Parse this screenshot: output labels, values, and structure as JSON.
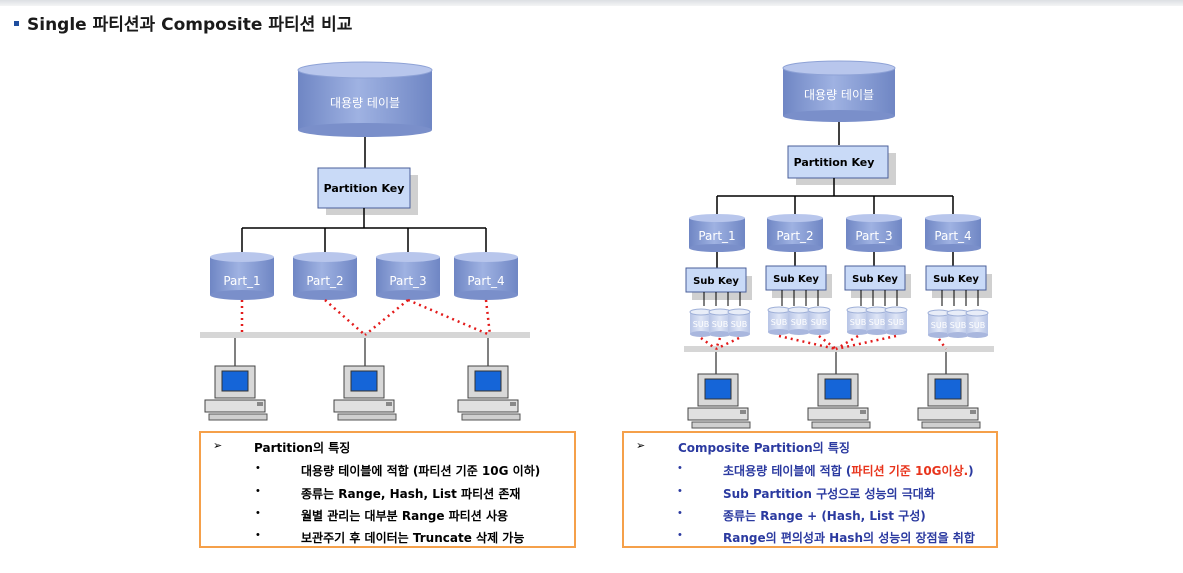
{
  "title": "Single 파티션과 Composite 파티션 비교",
  "left": {
    "table_label": "대용량 테이블",
    "key_label": "Partition Key",
    "parts": [
      "Part_1",
      "Part_2",
      "Part_3",
      "Part_4"
    ],
    "info": {
      "heading": "Partition의 특징",
      "items": [
        "대용량 테이블에 적합 (파티션 기준 10G 이하)",
        "종류는 Range, Hash, List 파티션 존재",
        "월별 관리는 대부분 Range 파티션 사용",
        "보관주기 후 데이터는 Truncate 삭제 가능"
      ]
    }
  },
  "right": {
    "table_label": "대용량 테이블",
    "key_label": "Partition Key",
    "parts": [
      "Part_1",
      "Part_2",
      "Part_3",
      "Part_4"
    ],
    "sub_key_label": "Sub Key",
    "sub_label": "SUB",
    "info": {
      "heading": "Composite Partition의 특징",
      "item1_prefix": "초대용량 테이블에 적합 (",
      "item1_highlight": "파티션 기준 10G이상.",
      "item1_suffix": ")",
      "items": [
        "Sub Partition 구성으로 성능의 극대화",
        "종류는 Range + (Hash, List 구성)",
        "Range의 편의성과 Hash의 성능의 장점을 취합"
      ]
    }
  },
  "colors": {
    "cylinder": "#8ea2d6",
    "key_box": "#c9daf7",
    "dotted_line": "#e31b1b",
    "box_border": "#f5a04a",
    "right_text": "#2b3aa0",
    "highlight": "#e8341c"
  },
  "markers": {
    "arrow": "➢",
    "dot": "•"
  }
}
